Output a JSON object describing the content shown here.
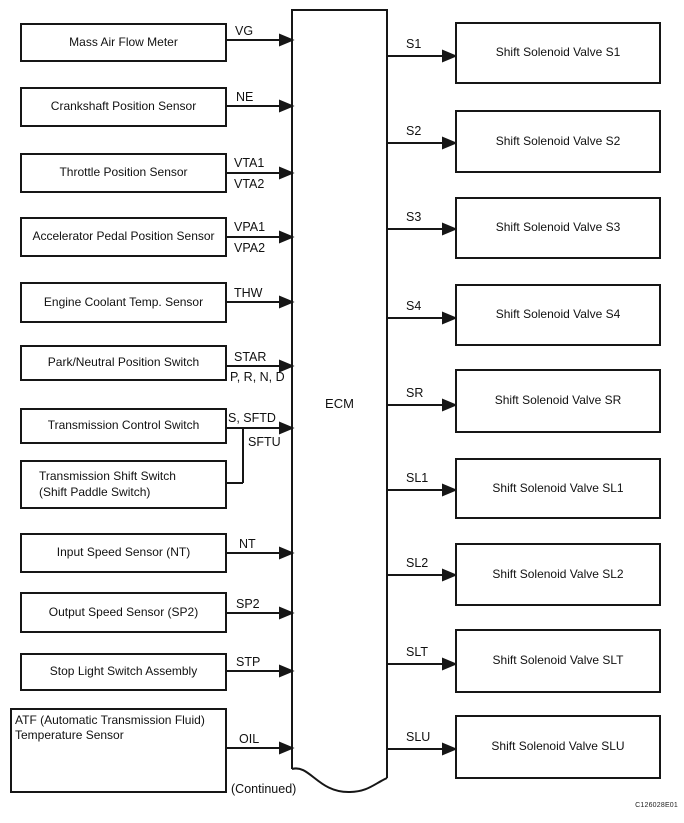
{
  "figure": {
    "ecm_label": "ECM",
    "continued_note": "(Continued)",
    "figure_code": "C126028E01",
    "line_color": "#161616",
    "inputs": [
      {
        "name": "Mass Air Flow Meter",
        "sig_top": "VG"
      },
      {
        "name": "Crankshaft Position Sensor",
        "sig_top": "NE"
      },
      {
        "name": "Throttle Position Sensor",
        "sig_top": "VTA1",
        "sig_bottom": "VTA2"
      },
      {
        "name": "Accelerator Pedal Position Sensor",
        "sig_top": "VPA1",
        "sig_bottom": "VPA2"
      },
      {
        "name": "Engine Coolant Temp. Sensor",
        "sig_top": "THW"
      },
      {
        "name": "Park/Neutral Position Switch",
        "sig_top": "STAR",
        "sig_bottom": "P, R, N, D"
      },
      {
        "name": "Transmission Control Switch",
        "sig_top": "S, SFTD",
        "sig_bottom": "SFTU"
      },
      {
        "name": "Transmission Shift Switch\n(Shift Paddle Switch)"
      },
      {
        "name": "Input Speed Sensor (NT)",
        "sig_top": "NT"
      },
      {
        "name": "Output Speed Sensor (SP2)",
        "sig_top": "SP2"
      },
      {
        "name": "Stop Light Switch Assembly",
        "sig_top": "STP"
      },
      {
        "name": "ATF (Automatic Transmission Fluid)\nTemperature Sensor",
        "sig_top": "OIL"
      }
    ],
    "outputs": [
      {
        "sig": "S1",
        "name": "Shift Solenoid Valve S1"
      },
      {
        "sig": "S2",
        "name": "Shift Solenoid Valve S2"
      },
      {
        "sig": "S3",
        "name": "Shift Solenoid Valve S3"
      },
      {
        "sig": "S4",
        "name": "Shift Solenoid Valve S4"
      },
      {
        "sig": "SR",
        "name": "Shift Solenoid Valve SR"
      },
      {
        "sig": "SL1",
        "name": "Shift Solenoid Valve SL1"
      },
      {
        "sig": "SL2",
        "name": "Shift Solenoid Valve SL2"
      },
      {
        "sig": "SLT",
        "name": "Shift Solenoid Valve SLT"
      },
      {
        "sig": "SLU",
        "name": "Shift Solenoid Valve SLU"
      }
    ]
  }
}
